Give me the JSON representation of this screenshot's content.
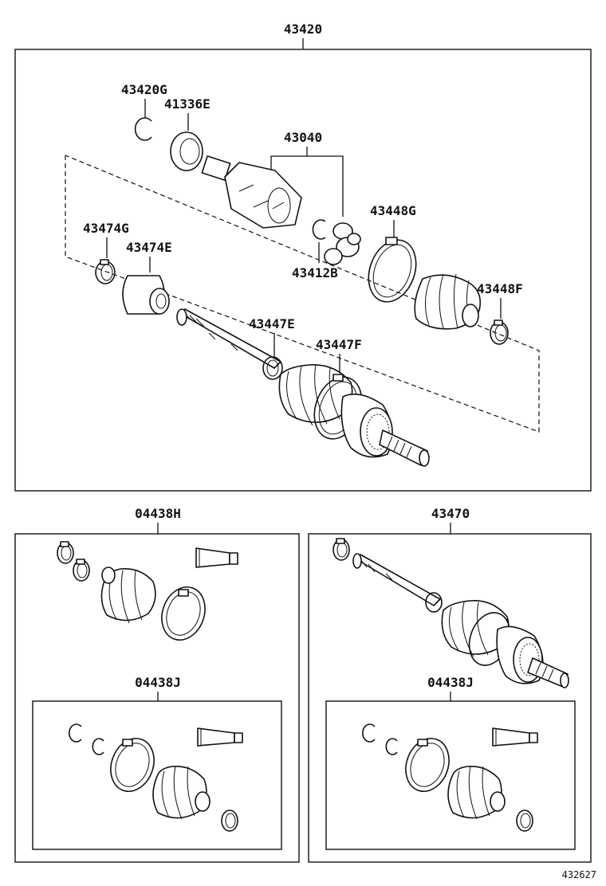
{
  "labels": {
    "assy_43420": "43420",
    "p_43420G": "43420G",
    "p_41336E": "41336E",
    "p_43040": "43040",
    "p_43448G": "43448G",
    "p_43474G": "43474G",
    "p_43474E": "43474E",
    "p_43412B": "43412B",
    "p_43448F": "43448F",
    "p_43447E": "43447E",
    "p_43447F": "43447F",
    "kit_04438H": "04438H",
    "assy_43470": "43470",
    "kit_04438J_left": "04438J",
    "kit_04438J_right": "04438J",
    "diagram_code": "432627"
  }
}
